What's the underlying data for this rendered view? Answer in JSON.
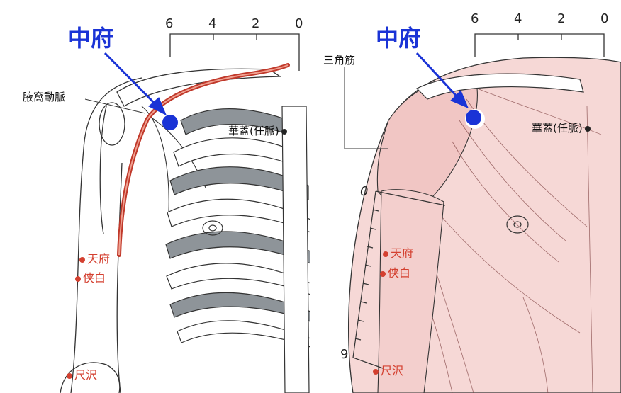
{
  "colors": {
    "point": "#1a33d6",
    "artery": "#c0392b",
    "acupoint": "#d44030",
    "muscle_fill": "#f6d8d6",
    "rib_shade": "#8e9499"
  },
  "left": {
    "title": "中府",
    "scale_labels": [
      "6",
      "4",
      "2",
      "0"
    ],
    "artery_label": "腋窩動脈",
    "ren_label": "華蓋(任脈)",
    "points": [
      "天府",
      "侠白",
      "尺沢"
    ]
  },
  "right": {
    "title": "中府",
    "scale_labels": [
      "6",
      "4",
      "2",
      "0"
    ],
    "muscle_label": "三角筋",
    "ren_label": "華蓋(任脈)",
    "arm_scale_top": "0",
    "arm_scale_bottom": "9",
    "points": [
      "天府",
      "侠白",
      "尺沢"
    ]
  }
}
